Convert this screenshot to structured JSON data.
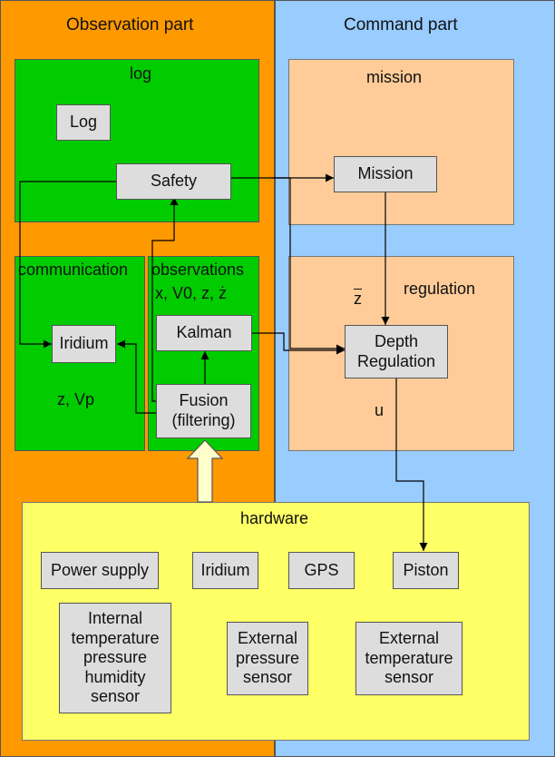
{
  "observation_part": {
    "title": "Observation part",
    "log": {
      "title": "log",
      "log_box": "Log",
      "safety_box": "Safety"
    },
    "communication": {
      "title": "communication",
      "iridium_box": "Iridium",
      "note": "z, Vp"
    },
    "observations": {
      "title": "observations",
      "vars": "x, V0, z, ż",
      "kalman_box": "Kalman",
      "fusion_box": "Fusion\n(filtering)"
    }
  },
  "command_part": {
    "title": "Command part",
    "mission": {
      "title": "mission",
      "mission_box": "Mission"
    },
    "regulation": {
      "title": "regulation",
      "zbar": "z",
      "depth_box": "Depth\nRegulation",
      "u_label": "u"
    }
  },
  "hardware": {
    "title": "hardware",
    "power_supply": "Power supply",
    "iridium": "Iridium",
    "gps": "GPS",
    "piston": "Piston",
    "internal_sensor": "Internal\ntemperature\npressure\nhumidity\nsensor",
    "external_pressure": "External\npressure\nsensor",
    "external_temperature": "External\ntemperature\nsensor"
  },
  "colors": {
    "observation_bg": "#ff9900",
    "command_bg": "#99ccff",
    "module_green": "#00cc00",
    "module_peach": "#ffcc99",
    "hardware_yellow": "#ffff66",
    "box_gray": "#dddddd"
  }
}
